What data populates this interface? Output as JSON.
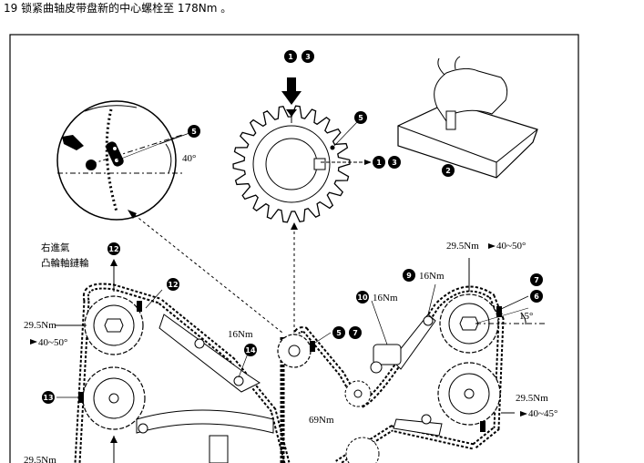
{
  "caption": "19 锁紧曲轴皮带盘新的中心螺栓至  178Nm 。",
  "callouts": {
    "c1": "1",
    "c2": "2",
    "c3": "3",
    "c5": "5",
    "c6": "6",
    "c7": "7",
    "c9": "9",
    "c10": "10",
    "c12": "12",
    "c13": "13",
    "c14": "14"
  },
  "labels": {
    "angle_detail": "40°",
    "right_cam_label_1": "右進氣",
    "right_cam_label_2": "凸輪軸鏈輪",
    "left_torque": "29.5Nm",
    "left_angle": "40~50°",
    "right_top_torque": "29.5Nm",
    "right_top_angle": "40~50°",
    "right_angle_15": "15°",
    "torque_16_a": "16Nm",
    "torque_16_b": "16Nm",
    "torque_16_c": "16Nm",
    "torque_69": "69Nm",
    "right_mid_torque": "29.5Nm",
    "right_mid_angle": "40~45°",
    "bottom_left_torque": "29.5Nm"
  }
}
